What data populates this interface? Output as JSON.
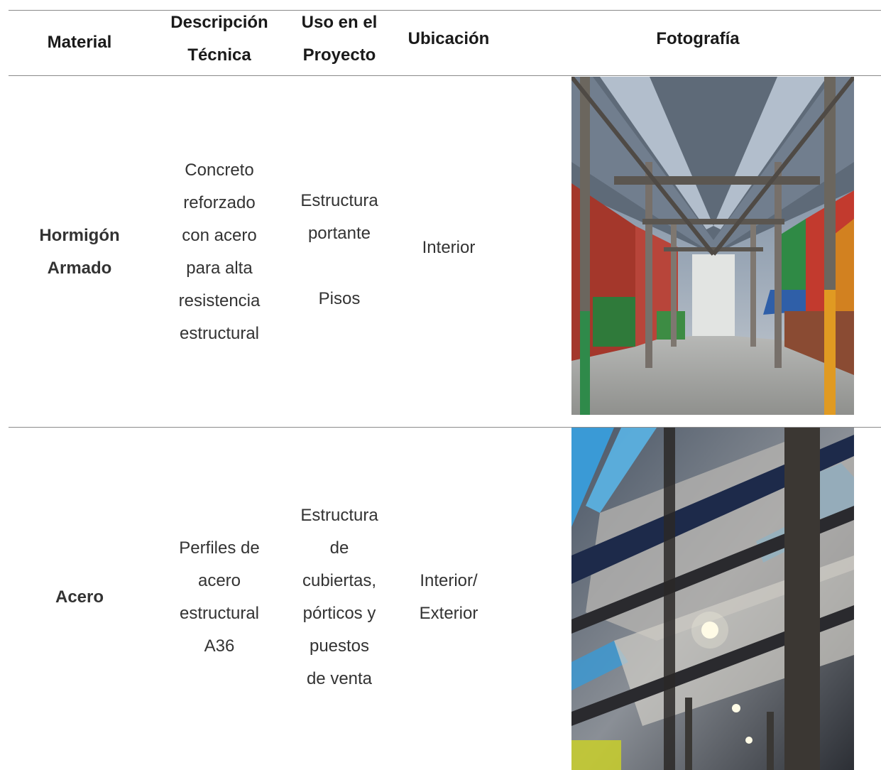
{
  "table": {
    "headers": {
      "material": "Material",
      "descripcion_line1": "Descripción",
      "descripcion_line2": "Técnica",
      "uso_line1": "Uso en el",
      "uso_line2": "Proyecto",
      "ubicacion": "Ubicación",
      "fotografia": "Fotografía"
    },
    "rows": [
      {
        "material_line1": "Hormigón",
        "material_line2": "Armado",
        "descripcion": [
          "Concreto",
          "reforzado",
          "con acero",
          "para alta",
          "resistencia",
          "estructural"
        ],
        "uso": [
          "Estructura",
          "portante",
          "",
          "Pisos"
        ],
        "ubicacion": [
          "Interior"
        ]
      },
      {
        "material_line1": "Acero",
        "descripcion": [
          "Perfiles de",
          "acero",
          "estructural",
          "A36"
        ],
        "uso": [
          "Estructura",
          "de",
          "cubiertas,",
          "pórticos y",
          "puestos",
          "de venta"
        ],
        "ubicacion": [
          "Interior/",
          "Exterior"
        ]
      }
    ]
  }
}
